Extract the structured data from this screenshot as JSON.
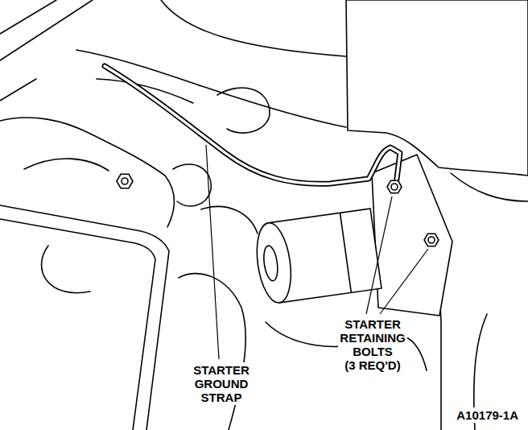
{
  "diagram": {
    "labels": [
      "STARTER GROUND STRAP",
      "STARTER RETAINING BOLTS (3 REQ'D)",
      "A10179-1A"
    ]
  }
}
